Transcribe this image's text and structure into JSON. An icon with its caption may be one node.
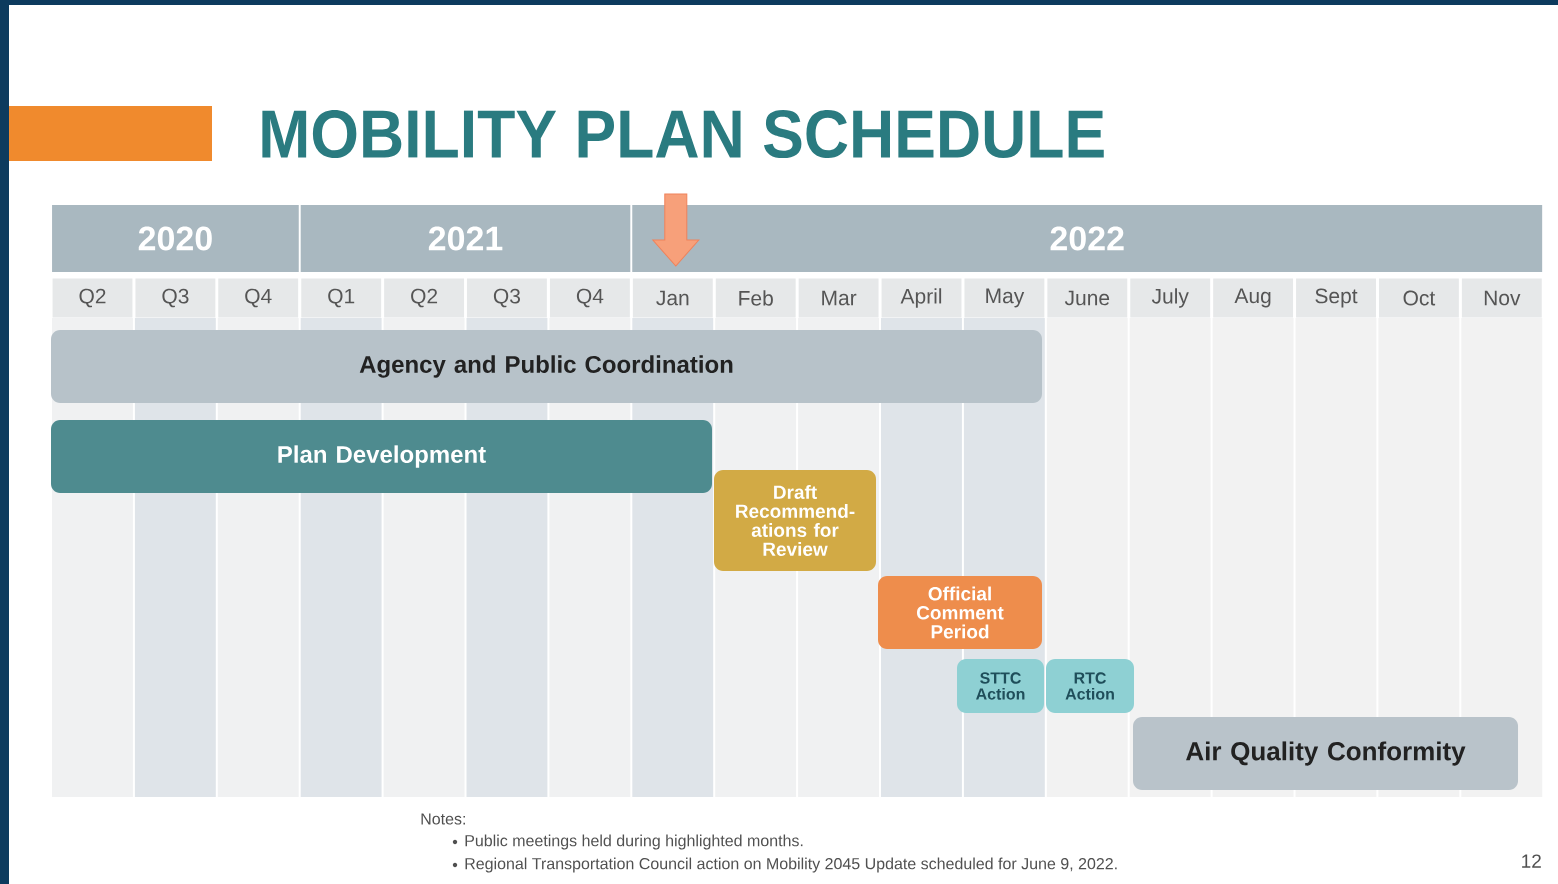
{
  "diagram": {
    "title": "MOBILITY PLAN SCHEDULE",
    "nodes": [
      {
        "text": [
          "Agency and Public Coordination"
        ]
      },
      {
        "text": [
          "Plan Development"
        ]
      },
      {
        "text": [
          "Draft Recommend- ations for Review"
        ]
      },
      {
        "text": [
          "Official Comment Period"
        ]
      },
      {
        "text": [
          "STTC Action"
        ]
      },
      {
        "text": [
          "RTC Action"
        ]
      },
      {
        "text": [
          "Air Quality Conformity"
        ]
      }
    ],
    "labels": [
      "2020",
      "2021",
      "2022",
      "Q2",
      "Q3",
      "Q4",
      "Q1",
      "Q2",
      "Q3",
      "Q4",
      "Jan",
      "Feb",
      "Mar",
      "April",
      "May",
      "June",
      "July",
      "Aug",
      "Sept",
      "Oct",
      "Nov",
      "Notes:",
      "Public meetings held during highlighted months.",
      "Regional Transportation Council action on Mobility 2045 Update scheduled for June 9, 2022.",
      "12"
    ]
  }
}
